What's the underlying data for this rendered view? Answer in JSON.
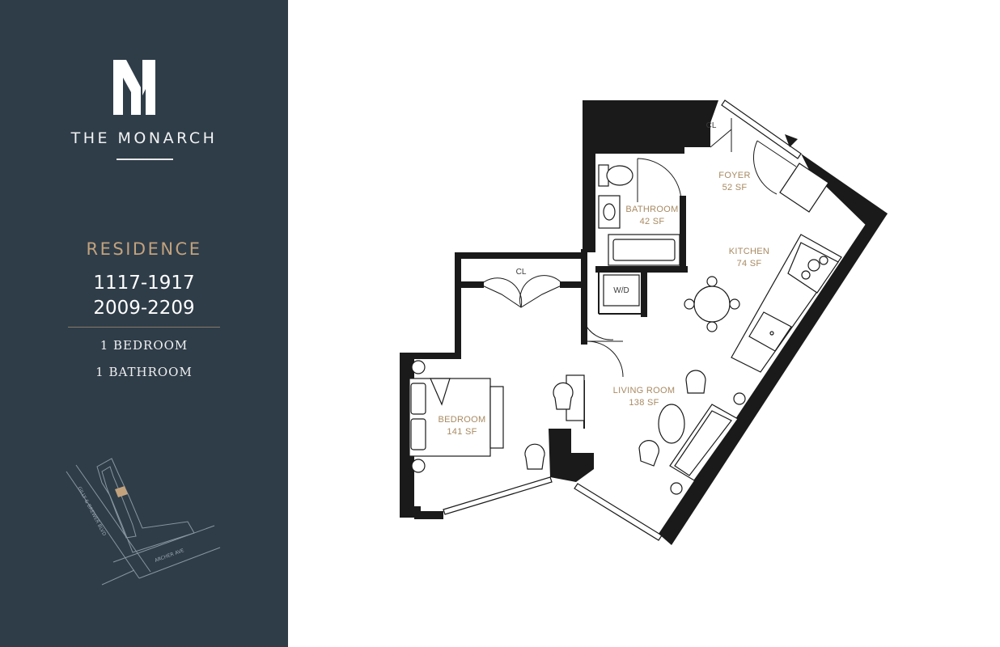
{
  "brand": {
    "logo_letter": "M",
    "name": "THE MONARCH"
  },
  "residence": {
    "label": "RESIDENCE",
    "units": [
      "1117-1917",
      "2009-2209"
    ],
    "bedrooms": "1 BEDROOM",
    "bathrooms": "1 BATHROOM"
  },
  "sitemap": {
    "street_1": "GILLY & BREWER BLVD",
    "street_2": "ARCHER AVE"
  },
  "rooms": {
    "bedroom": {
      "name": "BEDROOM",
      "area": "141 SF"
    },
    "living": {
      "name": "LIVING ROOM",
      "area": "138 SF"
    },
    "kitchen": {
      "name": "KITCHEN",
      "area": "74 SF"
    },
    "foyer": {
      "name": "FOYER",
      "area": "52 SF"
    },
    "bathroom": {
      "name": "BATHROOM",
      "area": "42 SF"
    },
    "closet_foyer": "CL",
    "closet_bedroom": "CL",
    "laundry": "W/D"
  },
  "colors": {
    "sidebar": "#2f3d49",
    "accent": "#c2a27d",
    "wall": "#1a1a1a"
  }
}
